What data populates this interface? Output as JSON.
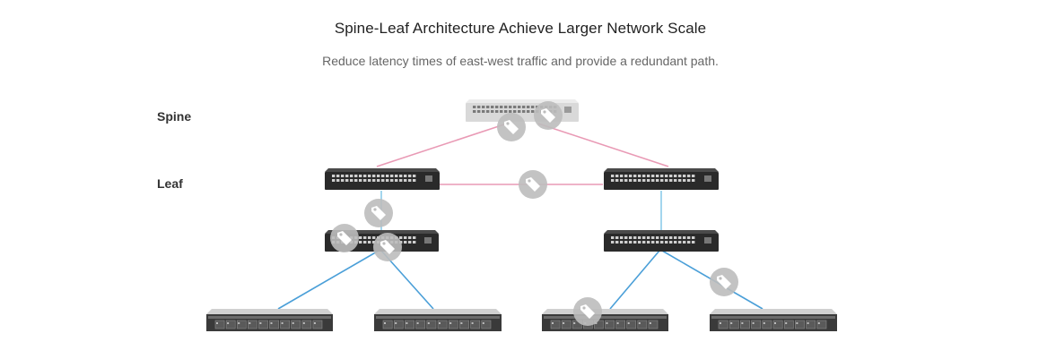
{
  "title": "Spine-Leaf Architecture Achieve Larger Network Scale",
  "subtitle": "Reduce latency times of east-west traffic and provide a redundant path.",
  "tiers": {
    "spine": "Spine",
    "leaf": "Leaf"
  },
  "colors": {
    "spine_link": "#e99ab5",
    "access_link": "#4a9fd8",
    "leaf_uplink": "#8ccbea",
    "switch_dark": "#2a2a2a",
    "switch_light": "#d9d9d9",
    "server_body": "#3a3a3a",
    "tag_marker": "#bdbdbd"
  },
  "icons": {
    "switch": "network-switch-icon",
    "server": "rack-server-icon",
    "tag": "price-tag-icon"
  }
}
